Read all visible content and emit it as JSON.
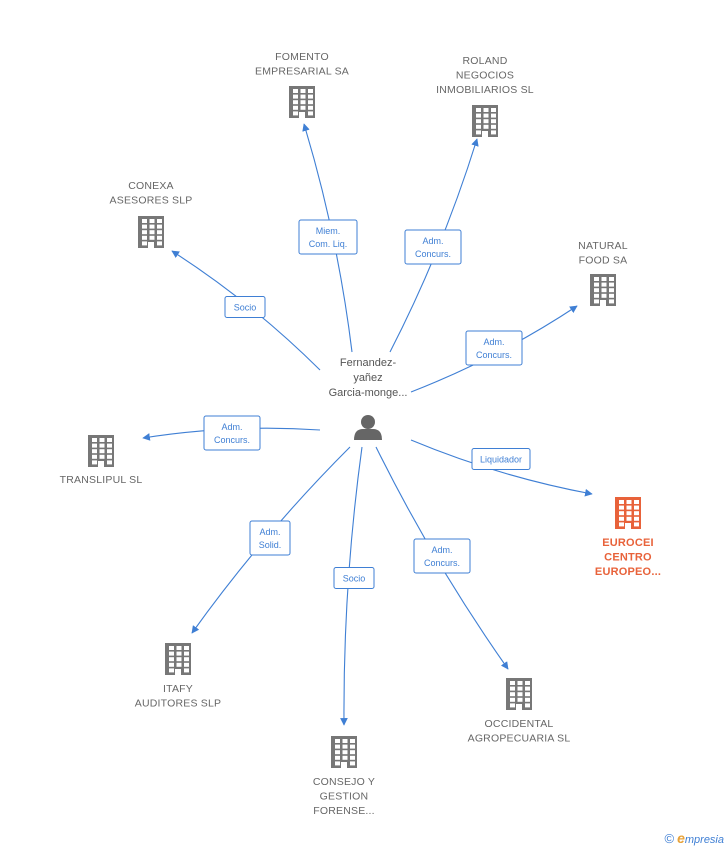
{
  "center": {
    "label_lines": [
      "Fernandez-",
      "yañez",
      "Garcia-monge..."
    ],
    "icon": "person-icon"
  },
  "nodes": [
    {
      "id": "fomento",
      "label_lines": [
        "FOMENTO",
        "EMPRESARIAL SA"
      ],
      "icon": "building-icon",
      "highlight": false
    },
    {
      "id": "roland",
      "label_lines": [
        "ROLAND",
        "NEGOCIOS",
        "INMOBILIARIOS SL"
      ],
      "icon": "building-icon",
      "highlight": false
    },
    {
      "id": "conexa",
      "label_lines": [
        "CONEXA",
        "ASESORES  SLP"
      ],
      "icon": "building-icon",
      "highlight": false
    },
    {
      "id": "natural",
      "label_lines": [
        "NATURAL",
        "FOOD SA"
      ],
      "icon": "building-icon",
      "highlight": false
    },
    {
      "id": "translipul",
      "label_lines": [
        "TRANSLIPUL SL"
      ],
      "icon": "building-icon",
      "highlight": false
    },
    {
      "id": "eurocei",
      "label_lines": [
        "EUROCEI",
        "CENTRO",
        "EUROPEO..."
      ],
      "icon": "building-icon",
      "highlight": true
    },
    {
      "id": "itafy",
      "label_lines": [
        "ITAFY",
        "AUDITORES SLP"
      ],
      "icon": "building-icon",
      "highlight": false
    },
    {
      "id": "consejo",
      "label_lines": [
        "CONSEJO Y",
        "GESTION",
        "FORENSE..."
      ],
      "icon": "building-icon",
      "highlight": false
    },
    {
      "id": "occidental",
      "label_lines": [
        "OCCIDENTAL",
        "AGROPECUARIA SL"
      ],
      "icon": "building-icon",
      "highlight": false
    }
  ],
  "edges": [
    {
      "to": "fomento",
      "label_lines": [
        "Miem.",
        "Com. Liq."
      ]
    },
    {
      "to": "roland",
      "label_lines": [
        "Adm.",
        "Concurs."
      ]
    },
    {
      "to": "conexa",
      "label_lines": [
        "Socio"
      ]
    },
    {
      "to": "natural",
      "label_lines": [
        "Adm.",
        "Concurs."
      ]
    },
    {
      "to": "translipul",
      "label_lines": [
        "Adm.",
        "Concurs."
      ]
    },
    {
      "to": "eurocei",
      "label_lines": [
        "Liquidador"
      ]
    },
    {
      "to": "itafy",
      "label_lines": [
        "Adm.",
        "Solid."
      ]
    },
    {
      "to": "consejo",
      "label_lines": [
        "Socio"
      ]
    },
    {
      "to": "occidental",
      "label_lines": [
        "Adm.",
        "Concurs."
      ]
    }
  ],
  "colors": {
    "edge": "#3f7fd4",
    "building": "#777777",
    "building_highlight": "#e8623a",
    "person": "#666666"
  },
  "brand": {
    "copyright": "©",
    "e_letter": "e",
    "rest": "mpresia"
  }
}
